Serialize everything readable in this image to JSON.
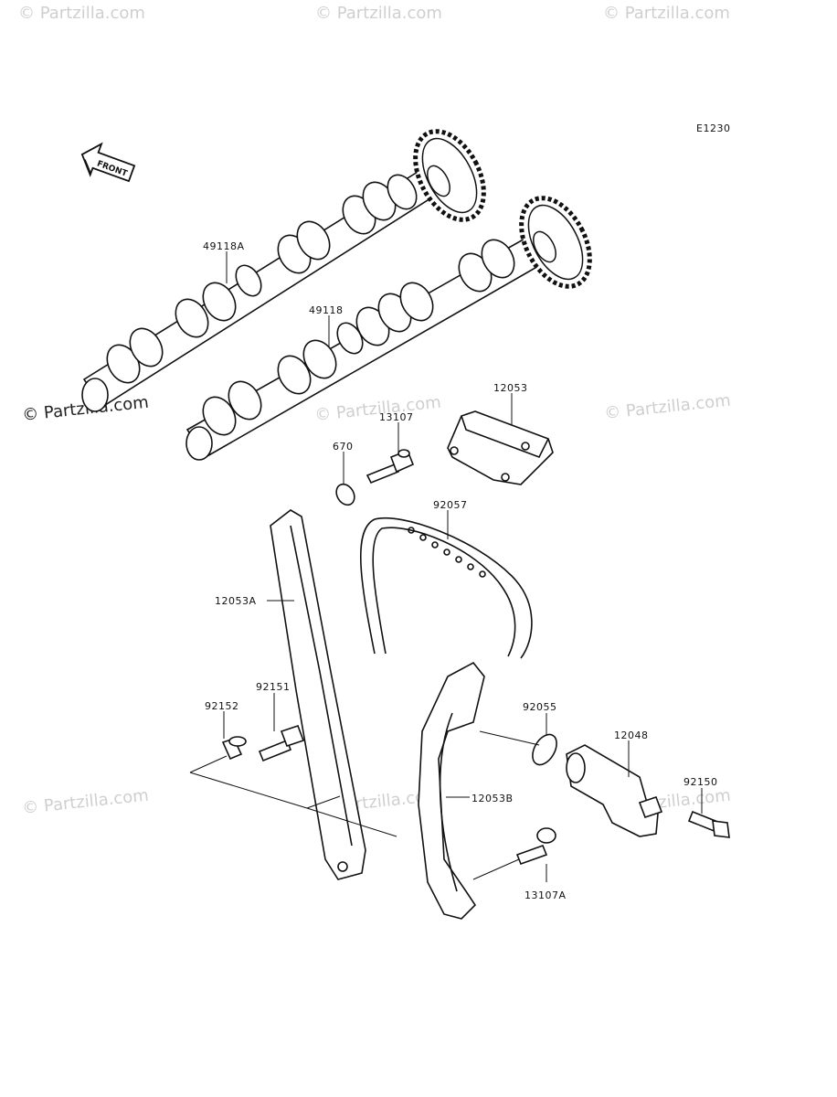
{
  "diagram_code": "E1230",
  "front_arrow_label": "FRONT",
  "watermark": {
    "text": "© Partzilla.com",
    "dark_text": "© Partzilla.com"
  },
  "parts": [
    {
      "id": "p49118A",
      "number": "49118A"
    },
    {
      "id": "p49118",
      "number": "49118"
    },
    {
      "id": "p12053",
      "number": "12053"
    },
    {
      "id": "p13107",
      "number": "13107"
    },
    {
      "id": "p670",
      "number": "670"
    },
    {
      "id": "p92057",
      "number": "92057"
    },
    {
      "id": "p12053A",
      "number": "12053A"
    },
    {
      "id": "p92151",
      "number": "92151"
    },
    {
      "id": "p92152",
      "number": "92152"
    },
    {
      "id": "p92055",
      "number": "92055"
    },
    {
      "id": "p12048",
      "number": "12048"
    },
    {
      "id": "p92150",
      "number": "92150"
    },
    {
      "id": "p12053B",
      "number": "12053B"
    },
    {
      "id": "p13107A",
      "number": "13107A"
    }
  ]
}
